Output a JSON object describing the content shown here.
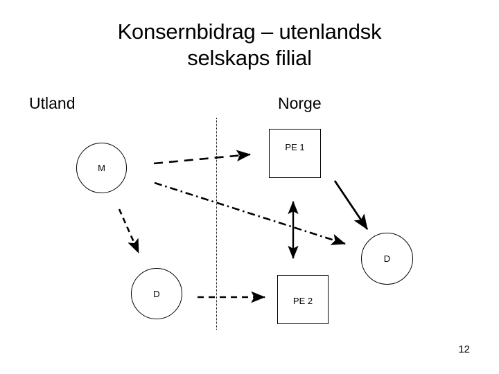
{
  "slide": {
    "title_lines": [
      "Konsernbidrag – utenlandsk",
      "selskaps filial"
    ],
    "page_number": "12",
    "colors": {
      "background": "#ffffff",
      "stroke": "#000000",
      "text": "#000000"
    }
  },
  "regions": {
    "left_label": "Utland",
    "right_label": "Norge",
    "divider": "dotted-vertical-border"
  },
  "nodes": [
    {
      "id": "m",
      "label": "M",
      "shape": "circle",
      "region": "Utland"
    },
    {
      "id": "pe1",
      "label": "PE 1",
      "shape": "box",
      "region": "Norge"
    },
    {
      "id": "d_right",
      "label": "D",
      "shape": "circle",
      "region": "Norge"
    },
    {
      "id": "d_left",
      "label": "D",
      "shape": "circle",
      "region": "Utland"
    },
    {
      "id": "pe2",
      "label": "PE 2",
      "shape": "box",
      "region": "Norge"
    }
  ],
  "connectors": [
    {
      "id": "m-to-pe1",
      "from": "m",
      "to": "pe1",
      "style": "dashed",
      "arrow": "single"
    },
    {
      "id": "m-to-d-right",
      "from": "m",
      "to": "d_right",
      "style": "dashdot",
      "arrow": "single"
    },
    {
      "id": "pe1-to-d-right",
      "from": "pe1",
      "to": "d_right",
      "style": "solid",
      "arrow": "single"
    },
    {
      "id": "pe1-to-pe2",
      "from": "pe1",
      "to": "pe2",
      "style": "solid",
      "arrow": "double"
    },
    {
      "id": "m-to-d-left",
      "from": "m",
      "to": "d_left",
      "style": "dashed",
      "arrow": "single"
    },
    {
      "id": "d-left-to-pe2",
      "from": "d_left",
      "to": "pe2",
      "style": "dashed",
      "arrow": "single"
    }
  ]
}
